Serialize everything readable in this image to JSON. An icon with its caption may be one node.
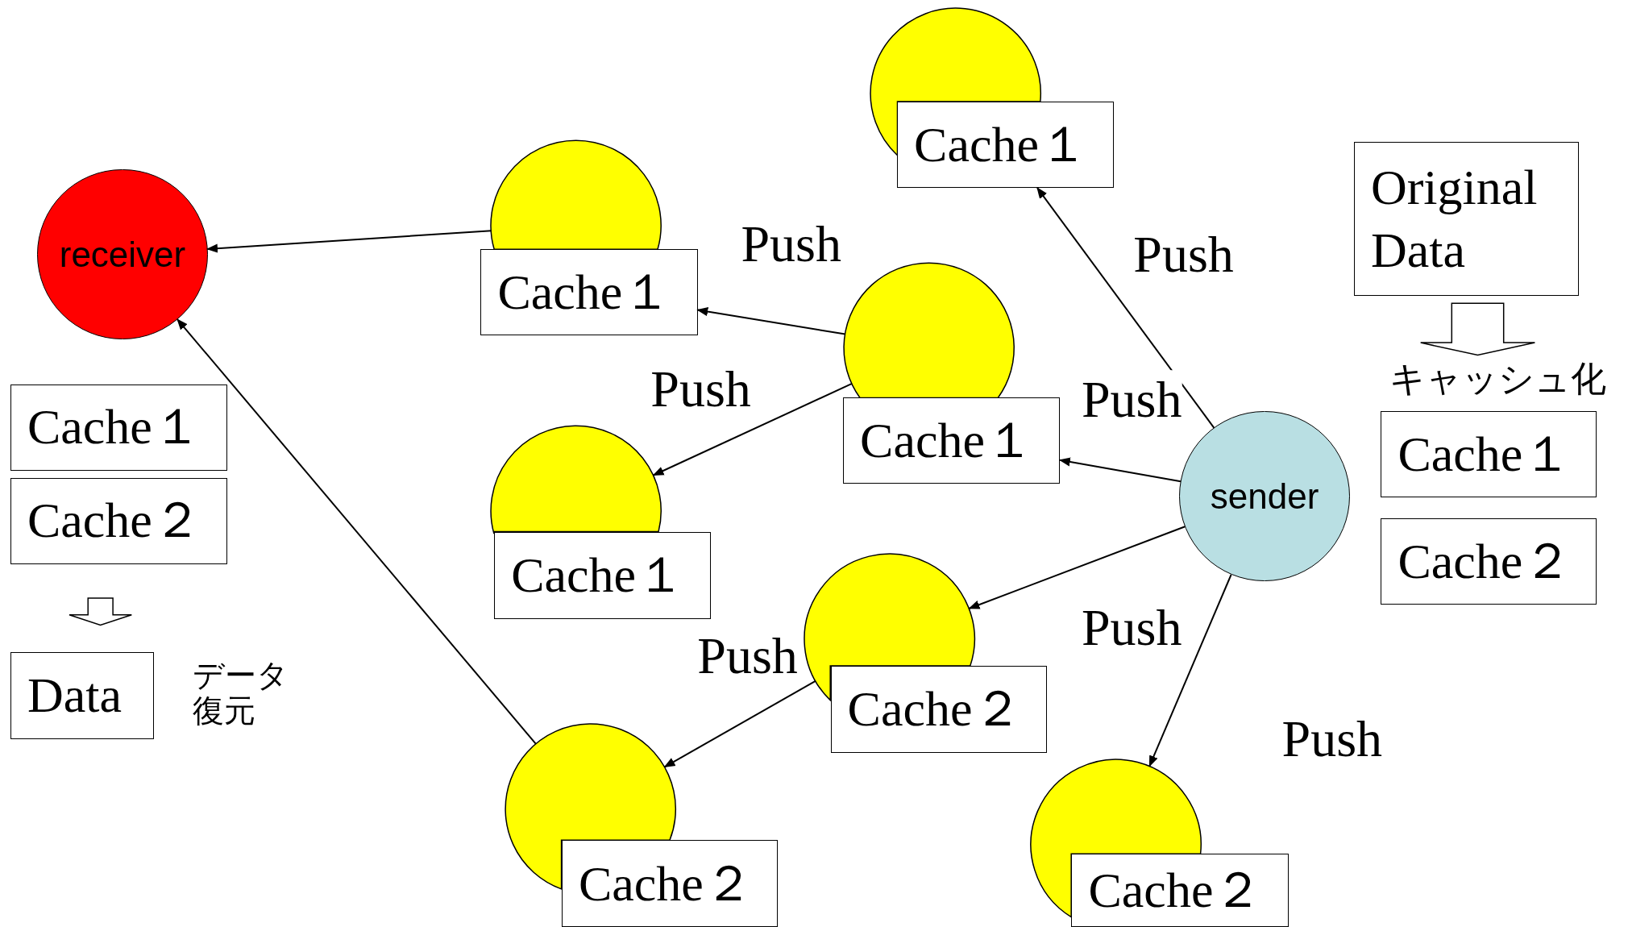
{
  "diagram": {
    "nodes": [
      {
        "text": [
          "receiver"
        ]
      },
      {
        "text": [],
        "shape": "circle"
      },
      {
        "text": [
          "Cache１"
        ]
      },
      {
        "text": [],
        "shape": "circle"
      },
      {
        "text": [
          "Cache１"
        ]
      },
      {
        "text": [
          "Original Data"
        ]
      },
      {
        "text": [],
        "shape": "circle"
      },
      {
        "text": [
          "Cache１"
        ]
      },
      {
        "text": [
          "Cache１"
        ]
      },
      {
        "text": [
          "Cache２"
        ]
      },
      {
        "text": [],
        "shape": "circle"
      },
      {
        "text": [
          "Cache１"
        ]
      },
      {
        "text": [
          "sender"
        ]
      },
      {
        "text": [
          "Cache１"
        ]
      },
      {
        "text": [
          "Cache２"
        ]
      },
      {
        "text": [],
        "shape": "circle"
      },
      {
        "text": [
          "Cache２"
        ]
      },
      {
        "text": [
          "Data"
        ]
      },
      {
        "text": [],
        "shape": "circle"
      },
      {
        "text": [
          "Cache２"
        ]
      },
      {
        "text": [],
        "shape": "circle"
      },
      {
        "text": [
          "Cache２"
        ]
      }
    ],
    "edges": [
      {
        "from": 12,
        "to": 2,
        "arrow": "to",
        "label": "Push"
      },
      {
        "from": 6,
        "to": 4,
        "arrow": "to",
        "label": "Push"
      },
      {
        "from": 6,
        "to": 10,
        "arrow": "to",
        "label": "Push"
      },
      {
        "from": 12,
        "to": 7,
        "arrow": "to",
        "label": "Push"
      },
      {
        "from": 12,
        "to": 15,
        "arrow": "to",
        "label": "Push"
      },
      {
        "from": 15,
        "to": 18,
        "arrow": "to",
        "label": "Push"
      },
      {
        "from": 12,
        "to": 20,
        "arrow": "to",
        "label": "Push"
      },
      {
        "from": 3,
        "to": 0,
        "arrow": "to"
      },
      {
        "from": 18,
        "to": 0,
        "arrow": "to"
      },
      {
        "from": 5,
        "to": 13,
        "arrow": "to",
        "label": "キャッシュ化",
        "style": "thick"
      },
      {
        "from": 9,
        "to": 17,
        "arrow": "to",
        "label": "データ復元",
        "style": "thick"
      }
    ]
  }
}
